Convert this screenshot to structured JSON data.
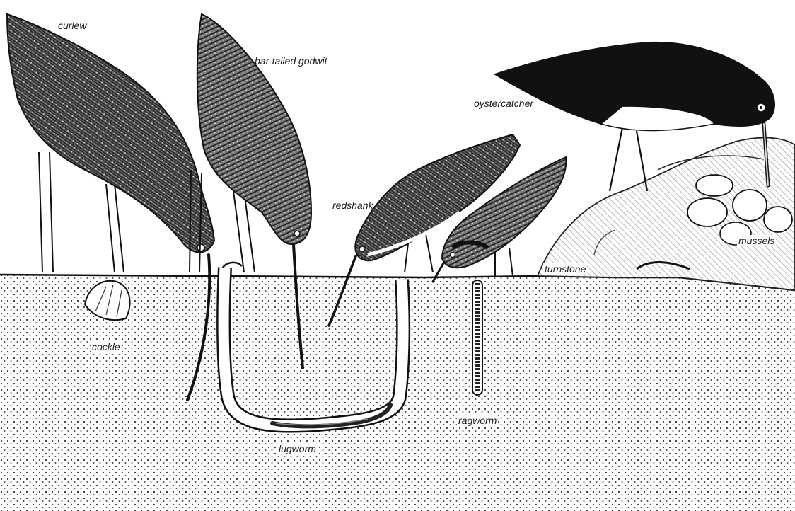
{
  "labels": {
    "curlew": "curlew",
    "bar_tailed_godwit": "bar-tailed godwit",
    "oystercatcher": "oystercatcher",
    "redshank": "redshank",
    "turnstone": "turnstone",
    "mussels": "mussels",
    "cockle": "cockle",
    "lugworm": "lugworm",
    "ragworm": "ragworm"
  }
}
